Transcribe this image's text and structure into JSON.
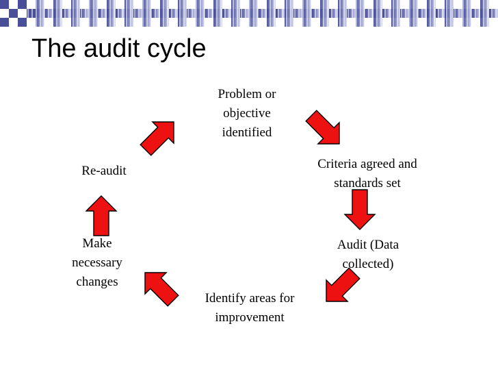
{
  "slide": {
    "title": "The audit cycle"
  },
  "cycle": {
    "steps": [
      "Problem or objective identified",
      "Criteria agreed and standards set",
      "Audit (Data collected)",
      "Identify areas for improvement",
      "Make necessary changes",
      "Re-audit"
    ],
    "step_lines": {
      "problem": [
        "Problem or",
        "objective",
        "identified"
      ],
      "criteria": [
        "Criteria agreed and",
        "standards set"
      ],
      "audit": [
        "Audit (Data",
        "collected)"
      ],
      "identify": [
        "Identify areas for",
        "improvement"
      ],
      "changes": [
        "Make",
        "necessary",
        "changes"
      ],
      "reaudit": [
        "Re-audit"
      ]
    }
  },
  "colors": {
    "arrow_fill": "#ee1111",
    "arrow_outline": "#000000",
    "title": "#000000",
    "checker_dark": "#4a4f99",
    "checker_light": "#ffffff"
  }
}
